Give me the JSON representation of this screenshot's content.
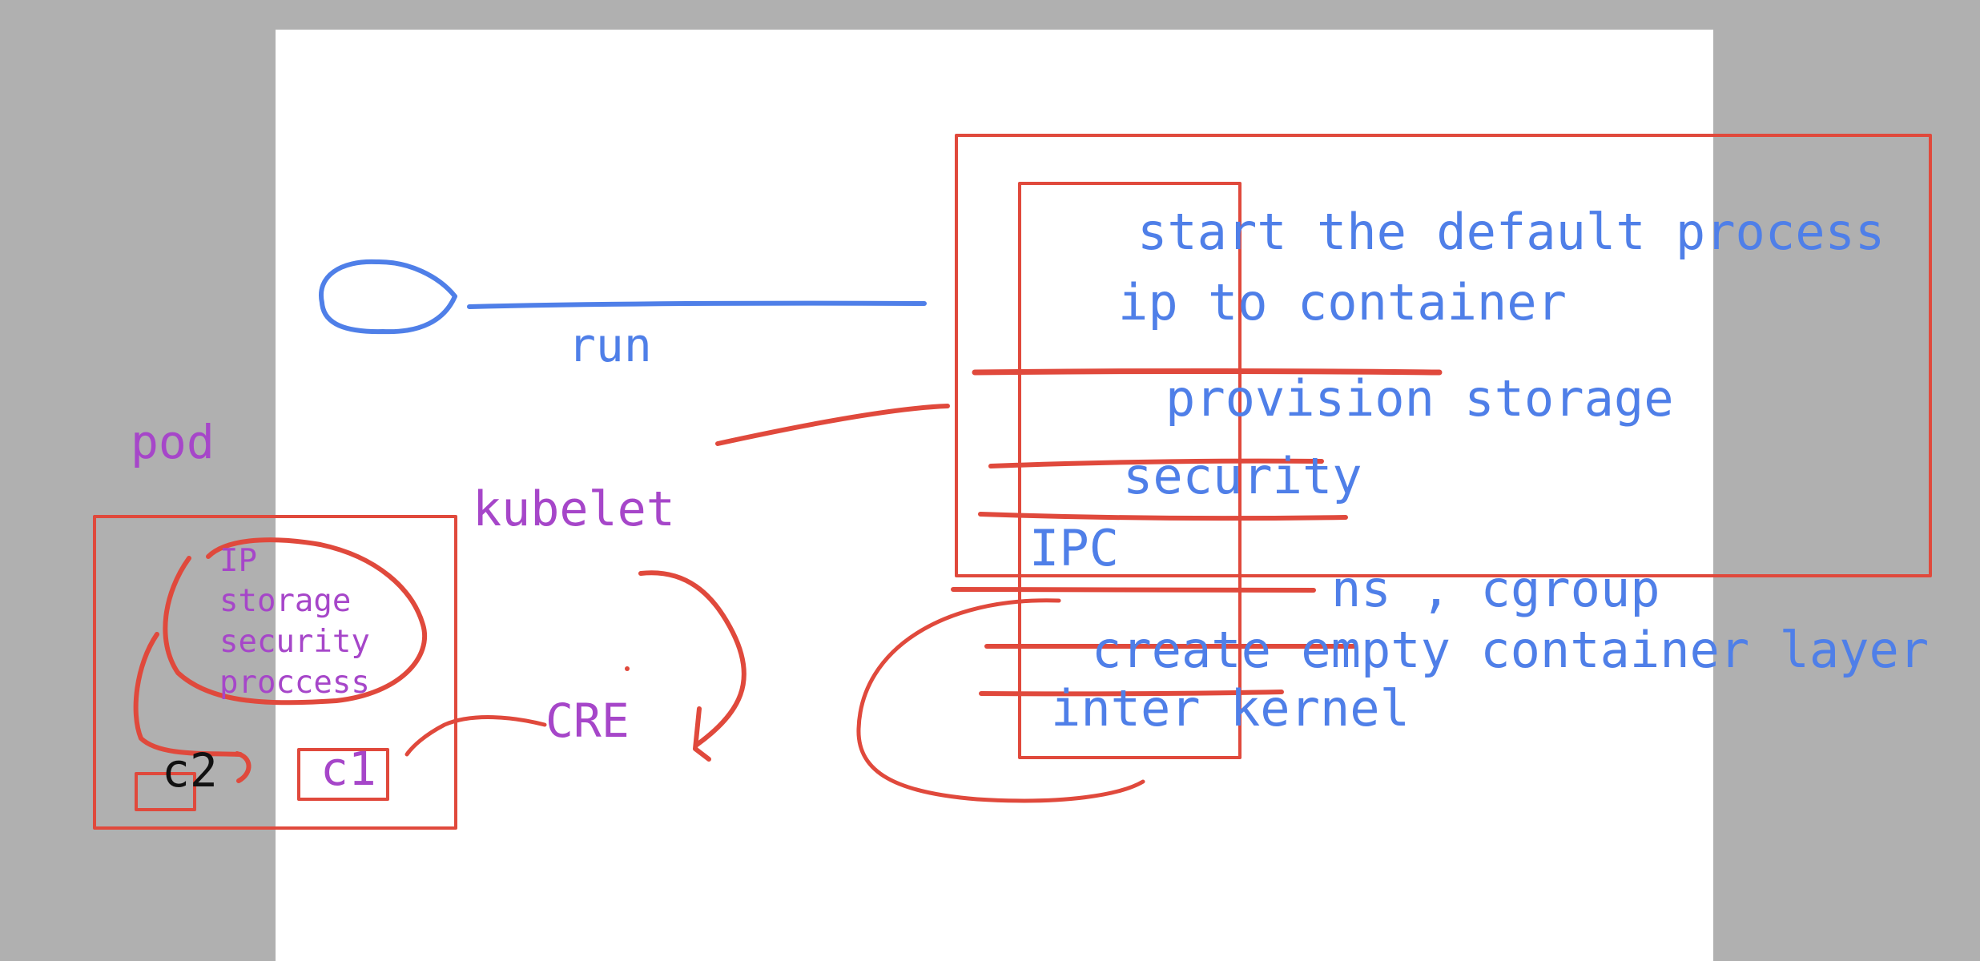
{
  "colors": {
    "background": "#b0b0b0",
    "page": "#ffffff",
    "blue_ink": "#4f7fe8",
    "purple_ink": "#a646c9",
    "red_ink": "#e0493c",
    "black_ink": "#111111"
  },
  "labels": {
    "run": "run",
    "pod": "pod",
    "kubelet": "kubelet",
    "cre": "CRE",
    "c1": "c1",
    "c2": "c2",
    "ip": "IP",
    "storage": "storage",
    "security": "security",
    "process": "proccess"
  },
  "steps": {
    "start_default_process": "start the default process",
    "ip_to_container": "ip to container",
    "provision_storage": "provision storage",
    "security": "security",
    "ipc": "IPC",
    "ns_cgroup": "ns , cgroup",
    "create_empty_layer": "create empty container layer",
    "inter_kernel": "inter kernel"
  }
}
